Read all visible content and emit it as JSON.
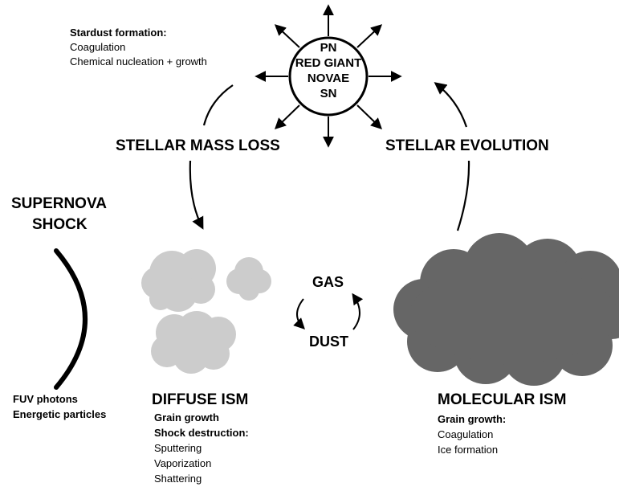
{
  "star": {
    "lines": [
      "PN",
      "RED GIANT",
      "NOVAE",
      "SN"
    ]
  },
  "stardust": {
    "heading": "Stardust formation:",
    "items": [
      "Coagulation",
      "Chemical nucleation + growth"
    ]
  },
  "labels": {
    "stellar_mass_loss": "STELLAR MASS LOSS",
    "stellar_evolution": "STELLAR EVOLUTION",
    "supernova_line1": "SUPERNOVA",
    "supernova_line2": "SHOCK",
    "gas": "GAS",
    "dust": "DUST"
  },
  "fuv": {
    "line1": "FUV photons",
    "line2": "Energetic particles"
  },
  "diffuse": {
    "title": "DIFFUSE ISM",
    "growth": "Grain growth",
    "destruction": "Shock destruction:",
    "items": [
      "Sputtering",
      "Vaporization",
      "Shattering"
    ]
  },
  "molecular": {
    "title": "MOLECULAR ISM",
    "growth": "Grain growth:",
    "items": [
      "Coagulation",
      "Ice formation"
    ]
  },
  "colors": {
    "diffuse_cloud": "#cccccc",
    "molecular_cloud": "#666666",
    "stroke": "#000000"
  },
  "icons": [
    "star-burst-icon",
    "shock-front-icon",
    "gas-dust-cycle-icon"
  ]
}
